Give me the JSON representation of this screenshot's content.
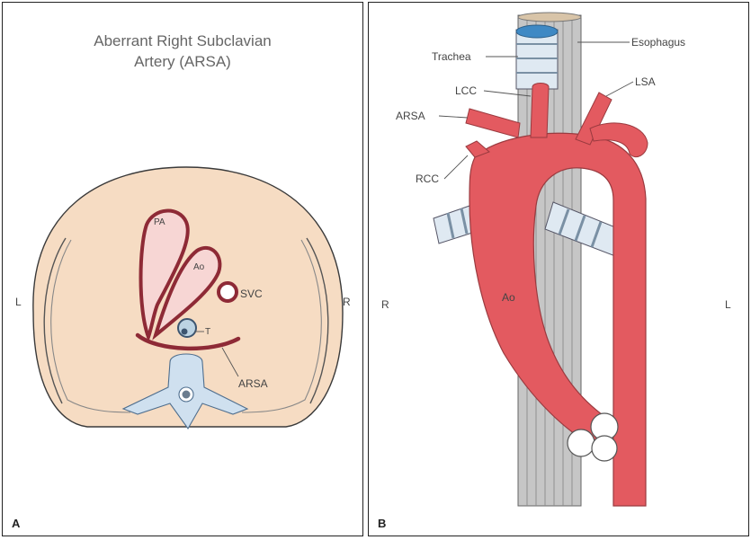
{
  "panel_a": {
    "title_line1": "Aberrant Right Subclavian",
    "title_line2": "Artery (ARSA)",
    "labels": {
      "pa": "PA",
      "ao": "Ao",
      "svc": "SVC",
      "t": "T",
      "arsa": "ARSA",
      "left_side": "L",
      "right_side": "R"
    },
    "panel_letter": "A"
  },
  "panel_b": {
    "labels": {
      "trachea": "Trachea",
      "esophagus": "Esophagus",
      "lcc": "LCC",
      "lsa": "LSA",
      "arsa": "ARSA",
      "rcc": "RCC",
      "ao": "Ao",
      "right_side": "R",
      "left_side": "L"
    },
    "panel_letter": "B"
  },
  "colors": {
    "artery_red": "#e35a60",
    "artery_dark": "#8e2a36",
    "body_fill": "#f6dcc3",
    "pale_pink": "#f7d6d4",
    "spine_blue": "#cfe0ef",
    "trachea_blue": "#bcd3e3",
    "esophagus_gray": "#c6c6c6"
  }
}
